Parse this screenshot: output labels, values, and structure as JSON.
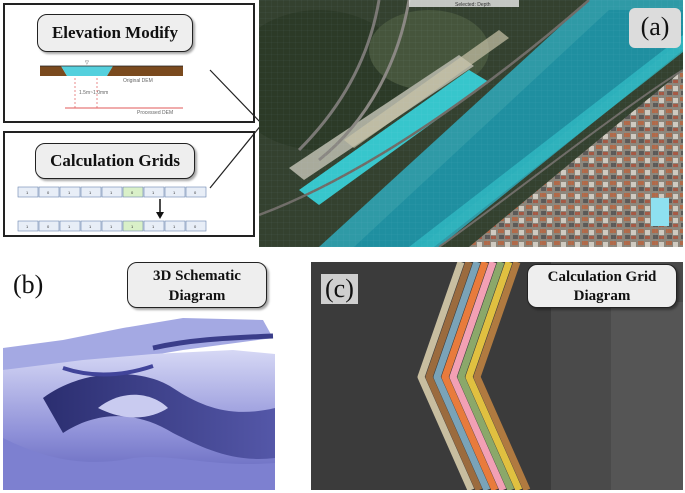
{
  "left_top": {
    "title": "Elevation Modify",
    "labels": {
      "original_dem": "Original DEM",
      "processed_dem": "Processed DEM",
      "depth": "1.5m~1.0mm"
    }
  },
  "left_bottom": {
    "title": "Calculation Grids",
    "row1": [
      "1",
      "0",
      "1",
      "1",
      "1",
      "0",
      "1",
      "1",
      "0"
    ],
    "row2": [
      "1",
      "0",
      "1",
      "1",
      "1",
      "1",
      "1",
      "1",
      "0"
    ]
  },
  "panel_a": {
    "tag": "(a)",
    "header_text": "Selected: Depth"
  },
  "panel_b": {
    "tag": "(b)",
    "title_line1": "3D Schematic",
    "title_line2": "Diagram"
  },
  "panel_c": {
    "tag": "(c)",
    "title_line1": "Calculation Grid",
    "title_line2": "Diagram"
  },
  "colors": {
    "river": "#2a8fa0",
    "river_light": "#37c0c8",
    "mesh": "#7b7fd6",
    "grid_bg": "#3a3a3a"
  }
}
